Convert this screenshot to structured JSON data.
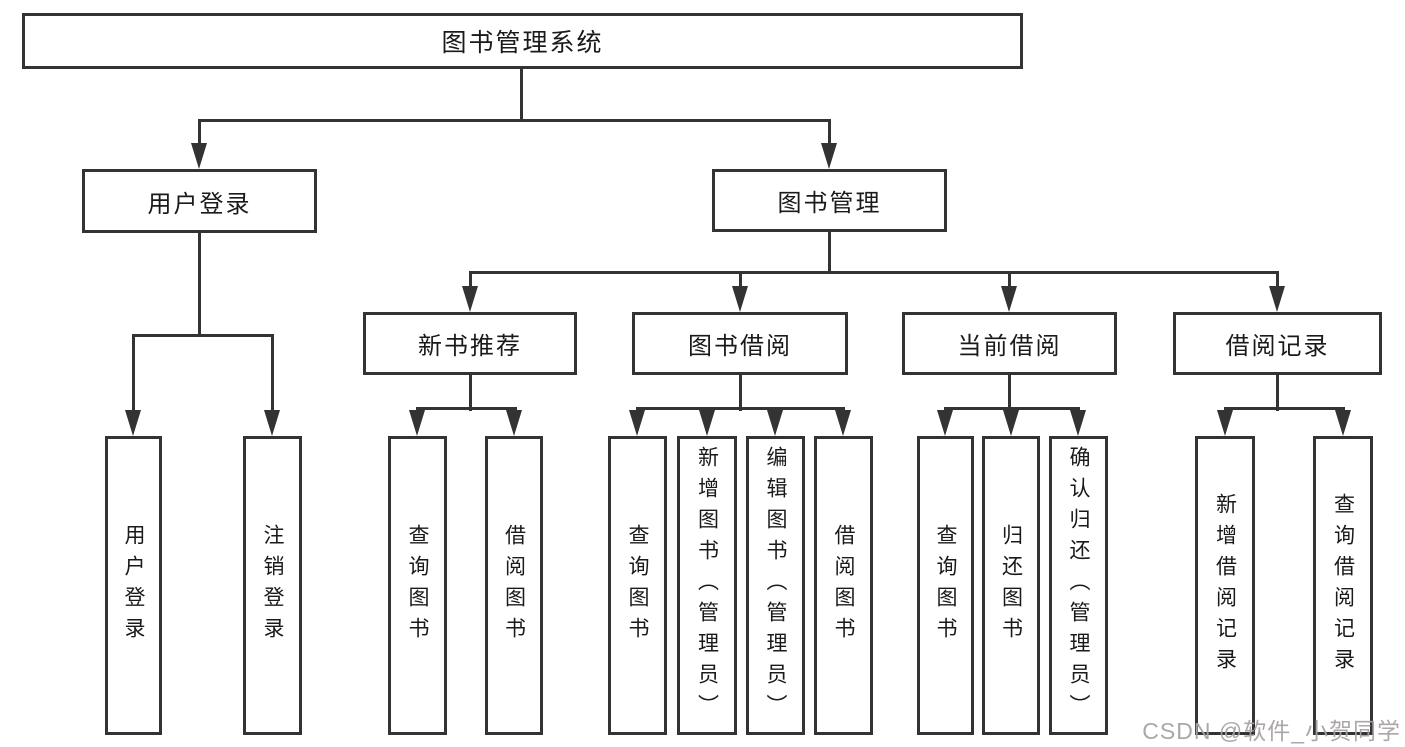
{
  "diagram_title": "图书管理系统",
  "colors": {
    "line": "#333333",
    "node_border": "#333333",
    "text": "#1a1a1a",
    "background": "#ffffff",
    "watermark": "#a8a2a2"
  },
  "tree": {
    "root": {
      "label": "图书管理系统",
      "children": [
        {
          "label": "用户登录",
          "children": [
            {
              "label": "用户登录"
            },
            {
              "label": "注销登录"
            }
          ]
        },
        {
          "label": "图书管理",
          "children": [
            {
              "label": "新书推荐",
              "children": [
                {
                  "label": "查询图书"
                },
                {
                  "label": "借阅图书"
                }
              ]
            },
            {
              "label": "图书借阅",
              "children": [
                {
                  "label": "查询图书"
                },
                {
                  "label": "新增图书（管理员）"
                },
                {
                  "label": "编辑图书（管理员）"
                },
                {
                  "label": "借阅图书"
                }
              ]
            },
            {
              "label": "当前借阅",
              "children": [
                {
                  "label": "查询图书"
                },
                {
                  "label": "归还图书"
                },
                {
                  "label": "确认归还（管理员）"
                }
              ]
            },
            {
              "label": "借阅记录",
              "children": [
                {
                  "label": "新增借阅记录"
                },
                {
                  "label": "查询借阅记录"
                }
              ]
            }
          ]
        }
      ]
    }
  },
  "watermark": {
    "text": "CSDN @软件_小贺同学"
  }
}
